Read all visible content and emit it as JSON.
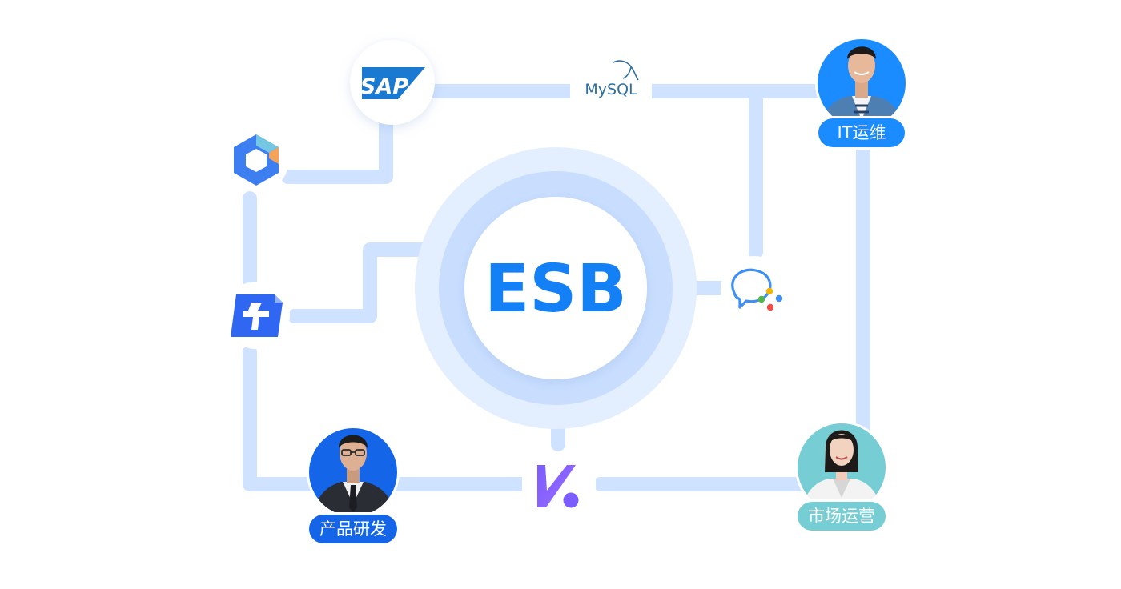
{
  "center": {
    "label": "ESB"
  },
  "nodes": {
    "sap": {
      "logo_text": "SAP",
      "icon": "sap-logo"
    },
    "mysql": {
      "logo_text": "MySQL",
      "icon": "mysql-dolphin-logo"
    },
    "hexagon": {
      "icon": "hexagon-app-logo"
    },
    "t_app": {
      "icon": "t-app-logo"
    },
    "chat": {
      "icon": "chat-bubble-logo"
    },
    "kapp": {
      "icon": "k-app-logo"
    }
  },
  "people": {
    "it_ops": {
      "label": "IT运维",
      "avatar": "man-in-denim-shirt"
    },
    "product_dev": {
      "label": "产品研发",
      "avatar": "man-in-suit-with-glasses"
    },
    "marketing_ops": {
      "label": "市场运营",
      "avatar": "woman-in-white-blazer"
    }
  },
  "colors": {
    "connector": "#cfe2ff",
    "esb_text": "#1480f5",
    "ring_outer": "#e3efff",
    "ring_inner": "#c9deff",
    "it_label": "#1a8cff",
    "dev_label": "#1565e8",
    "marketing_label": "#77cdd4"
  }
}
